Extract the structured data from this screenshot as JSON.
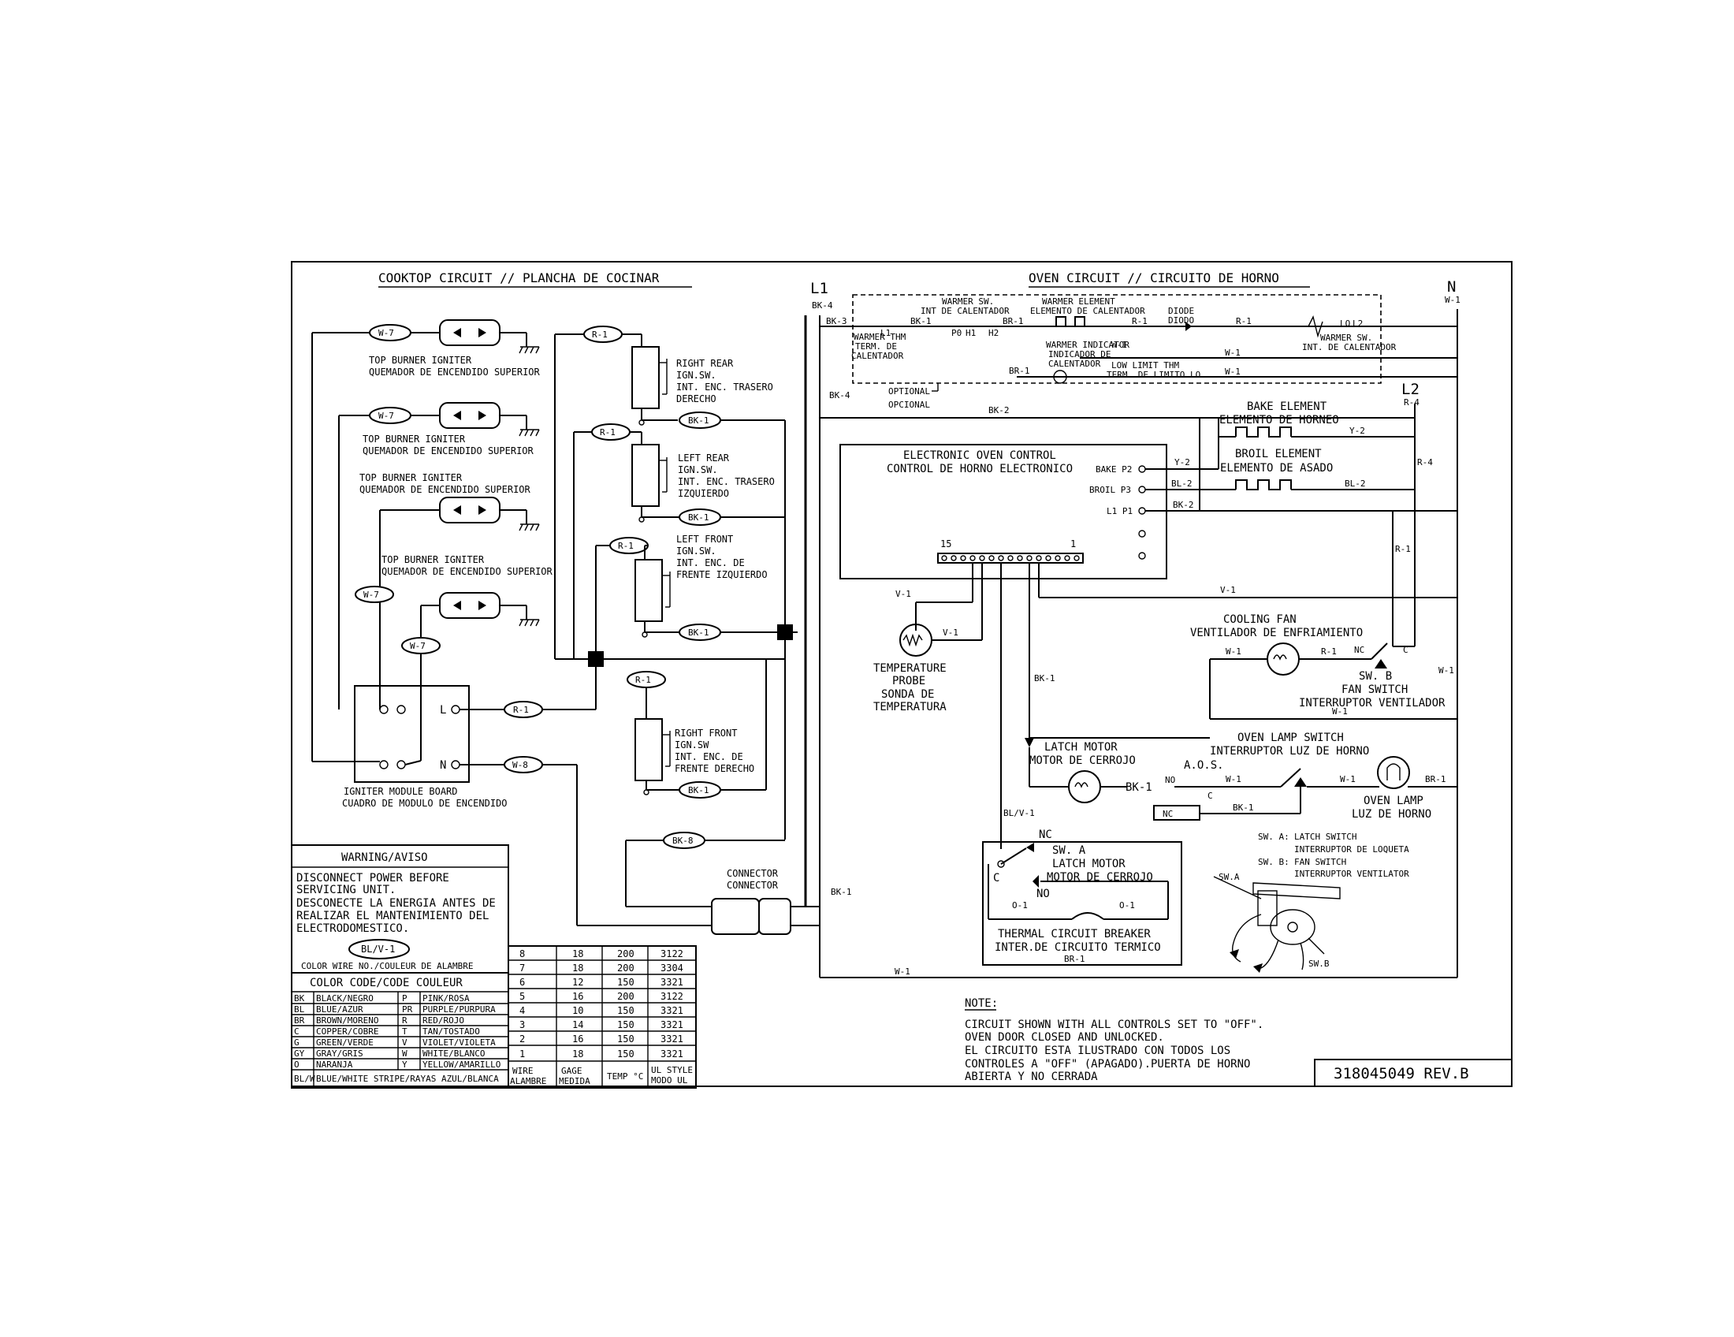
{
  "cooktop": {
    "title": "COOKTOP CIRCUIT // PLANCHA DE COCINAR",
    "igniters": [
      {
        "line1": "TOP BURNER IGNITER",
        "line2": "QUEMADOR DE ENCENDIDO SUPERIOR",
        "wire": "W-7"
      },
      {
        "line1": "TOP BURNER IGNITER",
        "line2": "QUEMADOR DE ENCENDIDO SUPERIOR",
        "wire": "W-7"
      },
      {
        "line1": "TOP BURNER IGNITER",
        "line2": "QUEMADOR DE ENCENDIDO SUPERIOR",
        "wire": ""
      },
      {
        "line1": "TOP BURNER IGNITER",
        "line2": "QUEMADOR DE ENCENDIDO SUPERIOR",
        "wire": "W-7"
      }
    ],
    "extra_wire": "W-7",
    "switches": [
      {
        "lines": [
          "RIGHT REAR",
          "IGN.SW.",
          "INT. ENC. TRASERO",
          "DERECHO"
        ],
        "in": "R-1",
        "out": "BK-1"
      },
      {
        "lines": [
          "LEFT REAR",
          "IGN.SW.",
          "INT. ENC. TRASERO",
          "IZQUIERDO"
        ],
        "in": "R-1",
        "out": "BK-1"
      },
      {
        "lines": [
          "LEFT FRONT",
          "IGN.SW.",
          "INT. ENC. DE",
          "FRENTE IZQUIERDO"
        ],
        "in": "R-1",
        "out": "BK-1"
      },
      {
        "lines": [
          "RIGHT FRONT",
          "IGN.SW",
          "INT. ENC. DE",
          "FRENTE DERECHO"
        ],
        "in": "R-1",
        "out": "BK-1"
      }
    ],
    "module": {
      "line1": "IGNITER MODULE BOARD",
      "line2": "CUADRO DE MODULO DE ENCENDIDO",
      "l_label": "L",
      "n_label": "N",
      "l_wire": "R-1",
      "n_wire": "W-8"
    },
    "bk8": "BK-8",
    "connector": {
      "line1": "CONNECTOR",
      "line2": "CONNECTOR"
    }
  },
  "warning": {
    "title": "WARNING/AVISO",
    "lines": [
      "DISCONNECT POWER BEFORE",
      "SERVICING UNIT.",
      "DESCONECTE LA ENERGIA ANTES DE",
      "REALIZAR EL MANTENIMIENTO DEL",
      "ELECTRODOMESTICO."
    ],
    "sample": "BL/V-1",
    "sample_caption": "COLOR WIRE NO./COULEUR DE ALAMBRE"
  },
  "color_code": {
    "title": "COLOR CODE/CODE COULEUR",
    "rows": [
      [
        "BK",
        "BLACK/NEGRO",
        "P",
        "PINK/ROSA"
      ],
      [
        "BL",
        "BLUE/AZUR",
        "PR",
        "PURPLE/PURPURA"
      ],
      [
        "BR",
        "BROWN/MORENO",
        "R",
        "RED/ROJO"
      ],
      [
        "C",
        "COPPER/COBRE",
        "T",
        "TAN/TOSTADO"
      ],
      [
        "G",
        "GREEN/VERDE",
        "V",
        "VIOLET/VIOLETA"
      ],
      [
        "GY",
        "GRAY/GRIS",
        "W",
        "WHITE/BLANCO"
      ],
      [
        "O",
        "NARANJA",
        "Y",
        "YELLOW/AMARILLO"
      ]
    ],
    "last_row": [
      "BL/W",
      "BLUE/WHITE STRIPE/RAYAS AZUL/BLANCA"
    ]
  },
  "wire_table": {
    "rows": [
      [
        "8",
        "18",
        "200",
        "3122"
      ],
      [
        "7",
        "18",
        "200",
        "3304"
      ],
      [
        "6",
        "12",
        "150",
        "3321"
      ],
      [
        "5",
        "16",
        "200",
        "3122"
      ],
      [
        "4",
        "10",
        "150",
        "3321"
      ],
      [
        "3",
        "14",
        "150",
        "3321"
      ],
      [
        "2",
        "16",
        "150",
        "3321"
      ],
      [
        "1",
        "18",
        "150",
        "3321"
      ]
    ],
    "headers": [
      [
        "WIRE",
        "ALAMBRE"
      ],
      [
        "GAGE",
        "MEDIDA"
      ],
      [
        "TEMP °C",
        ""
      ],
      [
        "UL STYLE",
        "MODO UL"
      ]
    ]
  },
  "oven": {
    "title": "OVEN CIRCUIT // CIRCUITO DE HORNO",
    "L1": "L1",
    "N": "N",
    "L2": "L2",
    "L1_wire": "BK-4",
    "N_wire": "W-1",
    "L2_wire": "R-4",
    "warmer": {
      "thm": [
        "WARMER THM",
        "TERM. DE",
        "CALENTADOR"
      ],
      "sw": [
        "WARMER SW.",
        "INT DE CALENTADOR"
      ],
      "element": [
        "WARMER ELEMENT",
        "ELEMENTO DE CALENTADOR"
      ],
      "diode": [
        "DIODE",
        "DIODO"
      ],
      "sw2": [
        "WARMER SW.",
        "INT. DE CALENTADOR"
      ],
      "indicator": [
        "WARMER INDICATOR",
        "INDICADOR DE",
        "CALENTADOR"
      ],
      "lowlimit": [
        "LOW LIMIT THM",
        "TERM. DE LIMITO LO"
      ],
      "optional": [
        "OPTIONAL",
        "OPCIONAL"
      ],
      "contacts": [
        "L1",
        "P0",
        "H1",
        "H2",
        "LO",
        "L2"
      ],
      "wires": {
        "bk3": "BK-3",
        "bk1a": "BK-1",
        "br1": "BR-1",
        "r1a": "R-1",
        "r1b": "R-1",
        "w1a": "W-1",
        "w1b": "W-1",
        "w1c": "W-1",
        "br1b": "BR-1"
      }
    },
    "bk4b": "BK-4",
    "bk2": "BK-2",
    "control": {
      "line1": "ELECTRONIC OVEN CONTROL",
      "line2": "CONTROL DE HORNO ELECTRONICO",
      "bake": "BAKE P2",
      "broil": "BROIL P3",
      "l1": "L1 P1",
      "pin15": "15",
      "pin1": "1"
    },
    "bake_element": {
      "line1": "BAKE ELEMENT",
      "line2": "ELEMENTO DE HORNEO",
      "wire_in": "Y-2",
      "wire_out": "Y-2"
    },
    "broil_element": {
      "line1": "BROIL ELEMENT",
      "line2": "ELEMENTO DE ASADO",
      "wire_in": "BL-2",
      "wire_out": "BL-2"
    },
    "bk2b": "BK-2",
    "r4b": "R-4",
    "r1c": "R-1",
    "v1a": "V-1",
    "v1b": "V-1",
    "probe": {
      "lines": [
        "TEMPERATURE",
        "PROBE",
        "SONDA DE",
        "TEMPERATURA"
      ],
      "wire": "V-1"
    },
    "w1d": "W-1",
    "fan": {
      "line1": "COOLING FAN",
      "line2": "VENTILADOR DE ENFRIAMIENTO",
      "w": "W-1",
      "r": "R-1",
      "nc": "NC",
      "c": "C",
      "sw": "SW. B",
      "sw1": "FAN SWITCH",
      "sw2": "INTERRUPTOR VENTILADOR",
      "w_right": "W-1"
    },
    "bk1_probe": "BK-1",
    "w1e": "W-1",
    "latch": {
      "line1": "LATCH MOTOR",
      "line2": "MOTOR DE CERROJO",
      "bk": "BK-1",
      "no": "NO",
      "ads": "A.O.S.",
      "c": "C",
      "nc": "NC",
      "bk2": "BK-1"
    },
    "lamp_switch": {
      "line1": "OVEN LAMP SWITCH",
      "line2": "INTERRUPTOR LUZ DE HORNO",
      "w1": "W-1",
      "w2": "W-1",
      "br": "BR-1"
    },
    "lamp": {
      "line1": "OVEN LAMP",
      "line2": "LUZ DE HORNO"
    },
    "bl_v": "BL/V-1",
    "swa": {
      "nc": "NC",
      "c": "C",
      "no": "NO",
      "l1": "SW. A",
      "l2": "LATCH MOTOR",
      "l3": "MOTOR DE CERROJO",
      "o1": "O-1",
      "o2": "O-1"
    },
    "breaker": {
      "line1": "THERMAL CIRCUIT BREAKER",
      "line2": "INTER.DE CIRCUITO TERMICO",
      "wire": "BR-1"
    },
    "legend": {
      "a_key": "SW. A:",
      "a1": "LATCH SWITCH",
      "a2": "INTERRUPTOR DE LOQUETA",
      "b_key": "SW. B:",
      "b1": "FAN SWITCH",
      "b2": "INTERRUPTOR VENTILATOR",
      "swa_tag": "SW.A",
      "swb_tag": "SW.B"
    },
    "bk1_conn": "BK-1",
    "w1_bottom": "W-1"
  },
  "note": {
    "title": "NOTE:",
    "lines": [
      "CIRCUIT SHOWN WITH ALL CONTROLS SET TO \"OFF\".",
      "OVEN DOOR CLOSED AND UNLOCKED.",
      "EL CIRCUITO ESTA ILUSTRADO CON TODOS LOS",
      "CONTROLES A \"OFF\" (APAGADO).PUERTA DE HORNO",
      "ABIERTA Y NO CERRADA"
    ]
  },
  "part_number": "318045049 REV.B"
}
